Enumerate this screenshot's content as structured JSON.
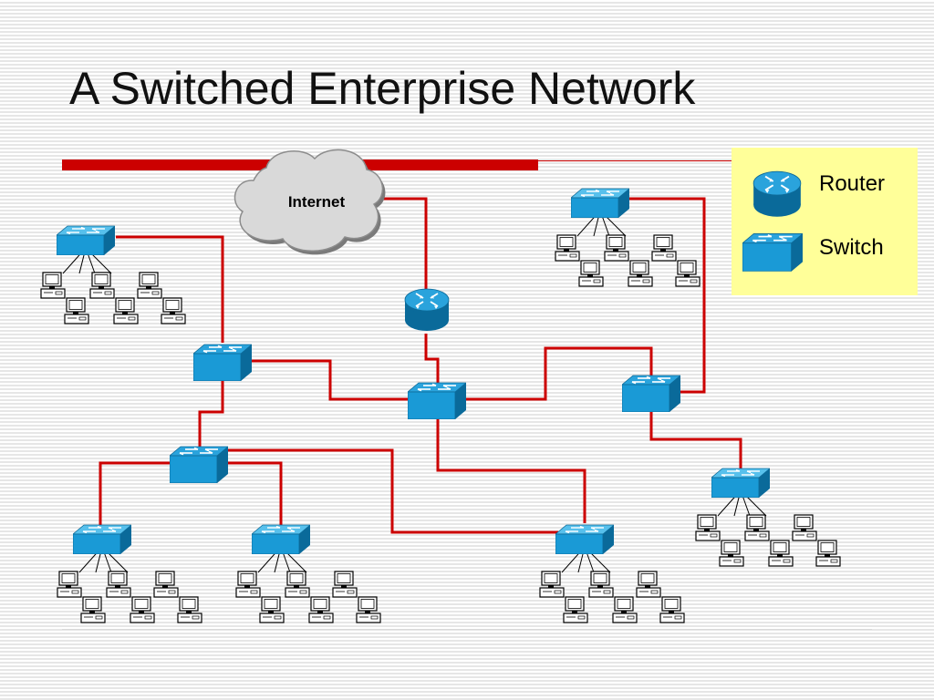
{
  "title": "A Switched Enterprise Network",
  "diagram": {
    "cloud_label": "Internet",
    "legend": {
      "router_label": "Router",
      "switch_label": "Switch"
    }
  },
  "colors": {
    "link": "#cc0000",
    "device_blue": "#1a9ad6",
    "device_dark": "#0a6a9a",
    "cloud_fill": "#d9d9d9",
    "legend_bg": "#ffff99",
    "title_bar": "#cc0000"
  },
  "icons": [
    "router-icon",
    "switch-icon",
    "workstation-icon",
    "cloud-icon"
  ]
}
